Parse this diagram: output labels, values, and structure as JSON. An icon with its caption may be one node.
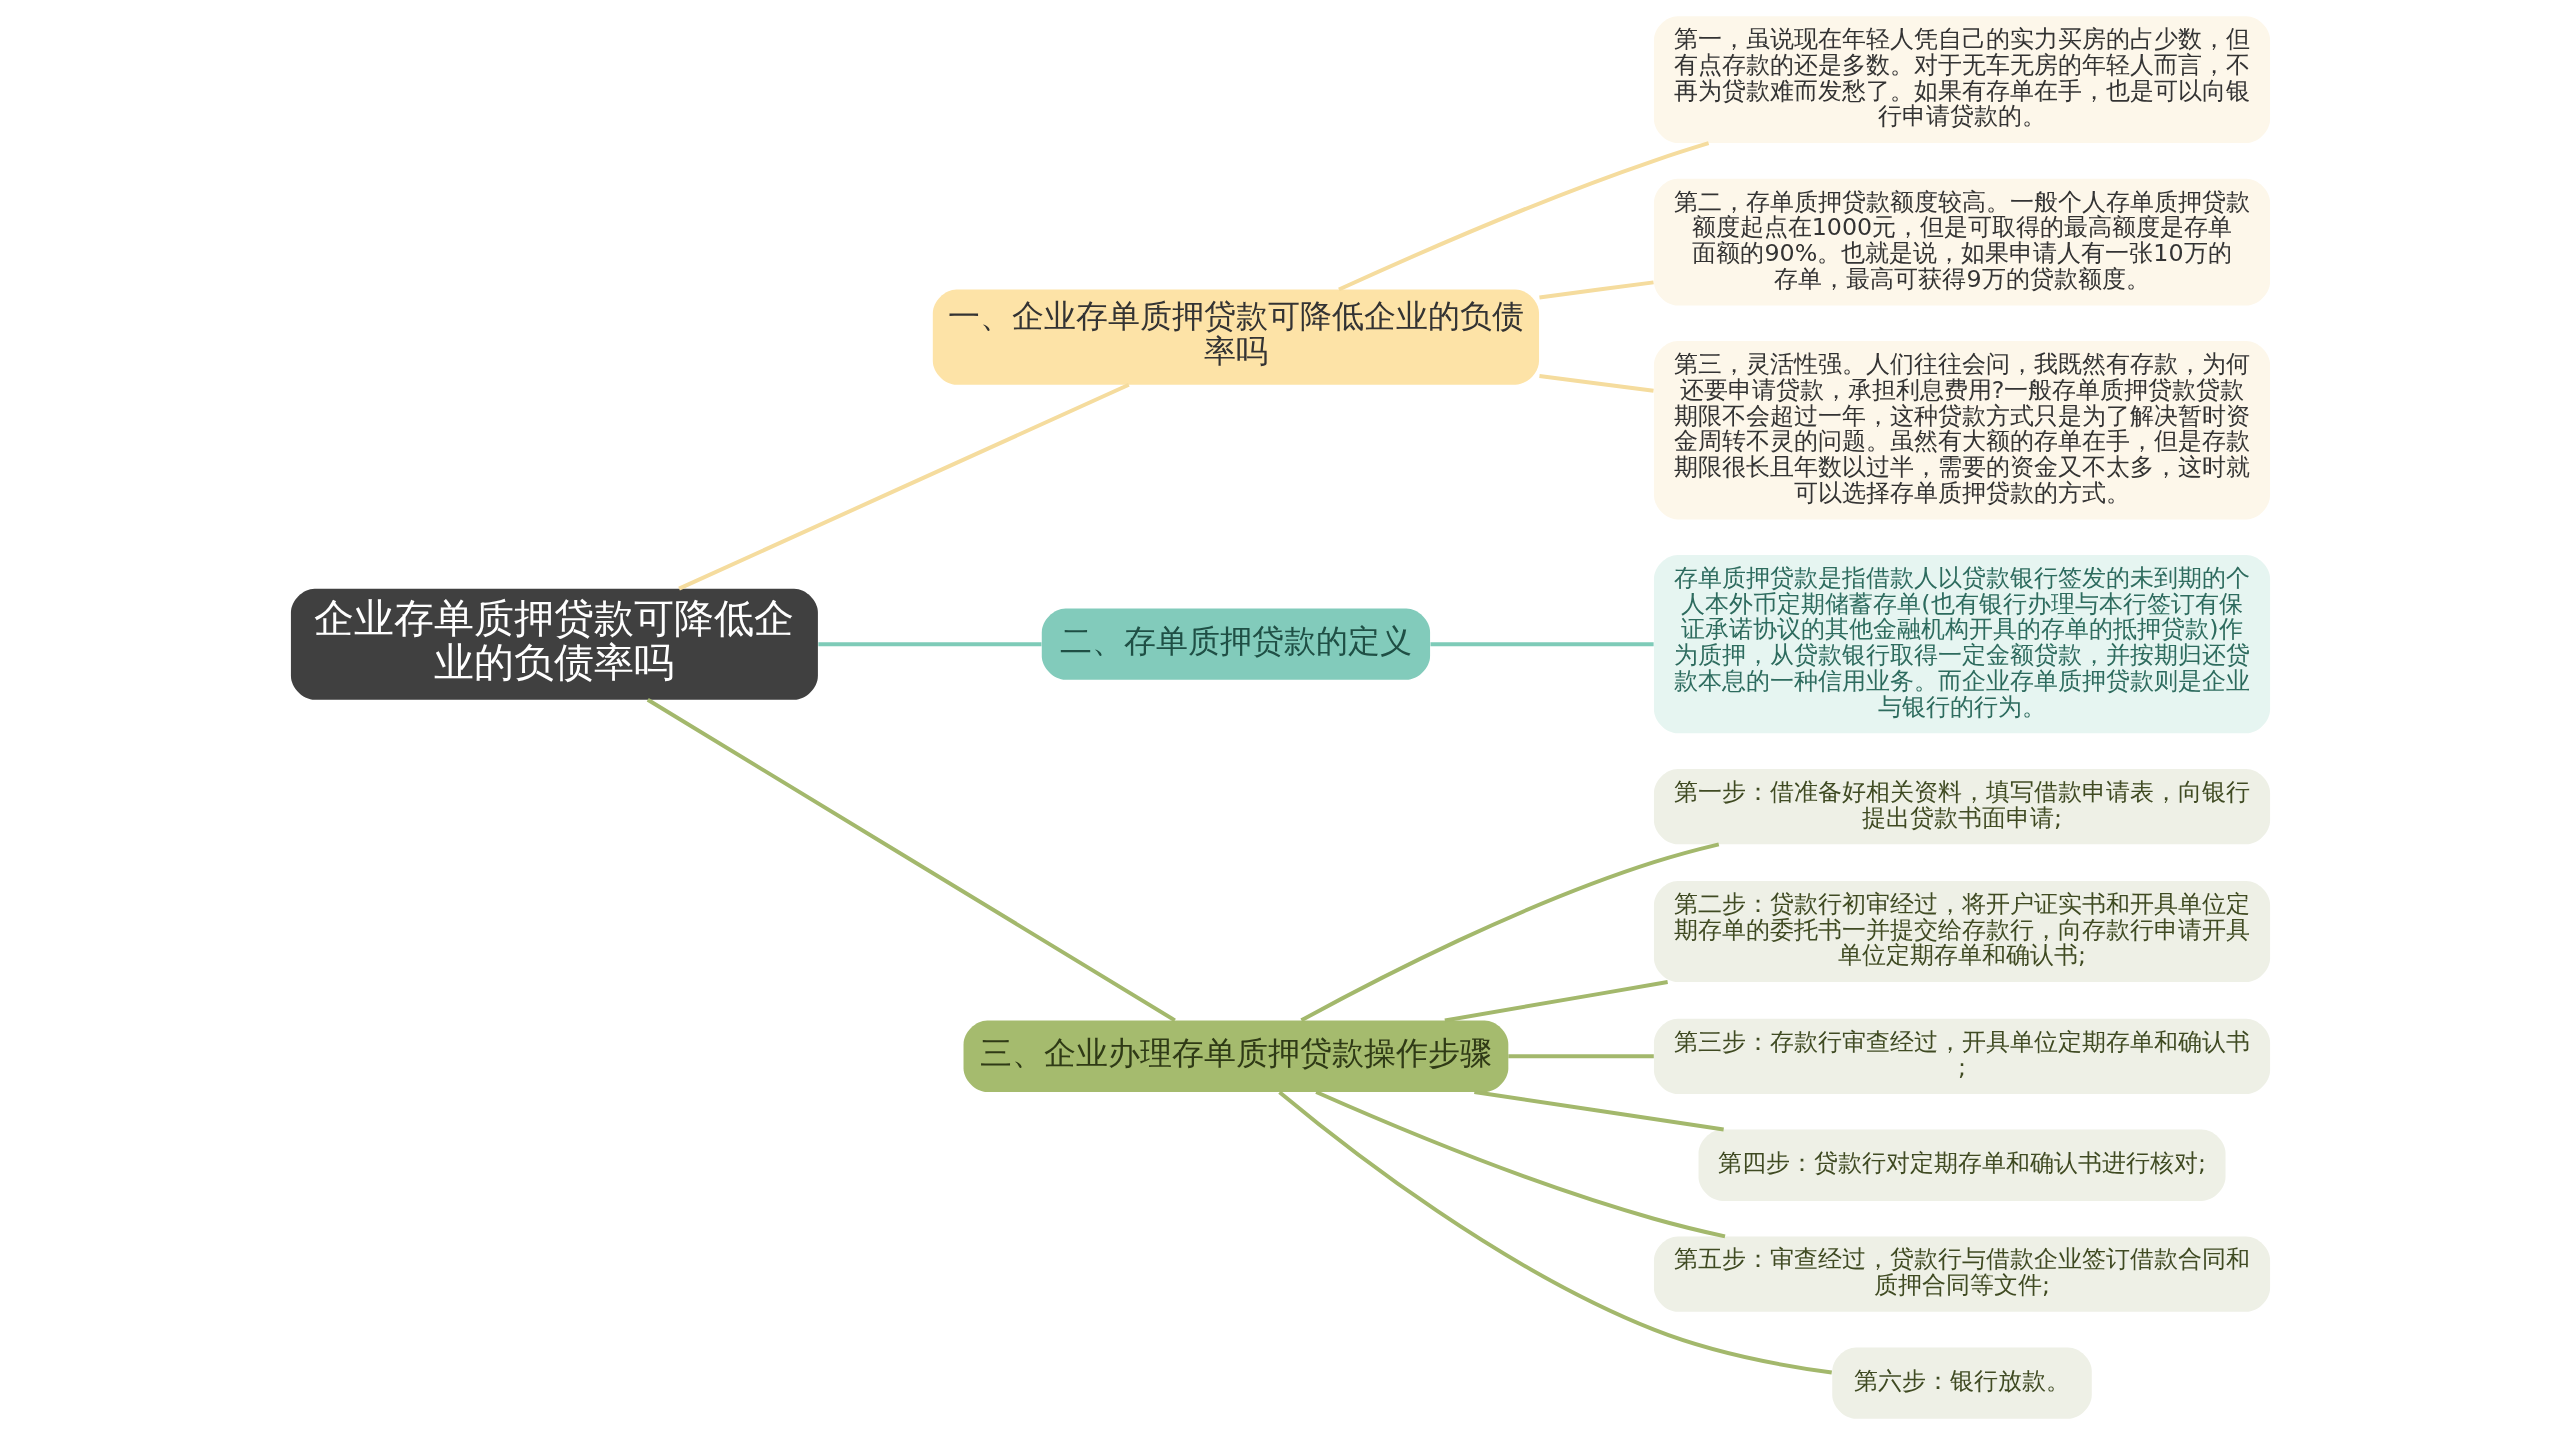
{
  "diagram": {
    "nodes": [
      {
        "text": [
          "企业存单质押贷款可降低企业的负债率吗"
        ]
      },
      {
        "text": [
          "一、企业存单质押贷款可降低企业的负债率吗"
        ]
      },
      {
        "text": [
          "第一，虽说现在年轻人凭自己的实力买房的占少数，但有点存款的还是多数。对于无车无房的年轻人而言，不再为贷款难而发愁了。如果有存单在手，也是可以向银行申请贷款的。"
        ]
      },
      {
        "text": [
          "第二，存单质押贷款额度较高。一般个人存单质押贷款额度起点在1000元，但是可取得的最高额度是存单面额的90%。也就是说，如果申请人有一张10万的存单，最高可获得9万的贷款额度。"
        ]
      },
      {
        "text": [
          "第三，灵活性强。人们往往会问，我既然有存款，为何还要申请贷款，承担利息费用?一般存单质押贷款贷款期限不会超过一年，这种贷款方式只是为了解决暂时资金周转不灵的问题。虽然有大额的存单在手，但是存款期限很长且年数以过半，需要的资金又不太多，这时就可以选择存单质押贷款的方式。"
        ]
      },
      {
        "text": [
          "二、存单质押贷款的定义"
        ]
      },
      {
        "text": [
          "存单质押贷款是指借款人以贷款银行签发的未到期的个人本外币定期储蓄存单(也有银行办理与本行签订有保证承诺协议的其他金融机构开具的存单的抵押贷款)作为质押，从贷款银行取得一定金额贷款，并按期归还贷款本息的一种信用业务。而企业存单质押贷款则是企业与银行的行为。"
        ]
      },
      {
        "text": [
          "三、企业办理存单质押贷款操作步骤"
        ]
      },
      {
        "text": [
          "第一步：借准备好相关资料，填写借款申请表，向银行提出贷款书面申请;"
        ]
      },
      {
        "text": [
          "第二步：贷款行初审经过，将开户证实书和开具单位定期存单的委托书一并提交给存款行，向存款行申请开具单位定期存单和确认书;"
        ]
      },
      {
        "text": [
          "第三步：存款行审查经过，开具单位定期存单和确认书;"
        ]
      },
      {
        "text": [
          "第四步：贷款行对定期存单和确认书进行核对;"
        ]
      },
      {
        "text": [
          "第五步：审查经过，贷款行与借款企业签订借款合同和质押合同等文件;"
        ]
      },
      {
        "text": [
          "第六步：银行放款。"
        ]
      }
    ],
    "edges": [
      {
        "from": 0,
        "to": 1,
        "arrow": "none",
        "color": "#f5dc9e"
      },
      {
        "from": 1,
        "to": 2,
        "arrow": "none",
        "color": "#f5dc9e"
      },
      {
        "from": 1,
        "to": 3,
        "arrow": "none",
        "color": "#f5dc9e"
      },
      {
        "from": 1,
        "to": 4,
        "arrow": "none",
        "color": "#f5dc9e"
      },
      {
        "from": 0,
        "to": 5,
        "arrow": "none",
        "color": "#7ecbb8"
      },
      {
        "from": 5,
        "to": 6,
        "arrow": "none",
        "color": "#7ecbb8"
      },
      {
        "from": 0,
        "to": 7,
        "arrow": "none"
      },
      {
        "from": 7,
        "to": 8,
        "arrow": "none"
      },
      {
        "from": 7,
        "to": 9,
        "arrow": "none"
      },
      {
        "from": 7,
        "to": 10,
        "arrow": "none"
      },
      {
        "from": 7,
        "to": 11,
        "arrow": "none"
      },
      {
        "from": 7,
        "to": 12,
        "arrow": "none"
      },
      {
        "from": 7,
        "to": 13,
        "arrow": "none"
      }
    ]
  }
}
